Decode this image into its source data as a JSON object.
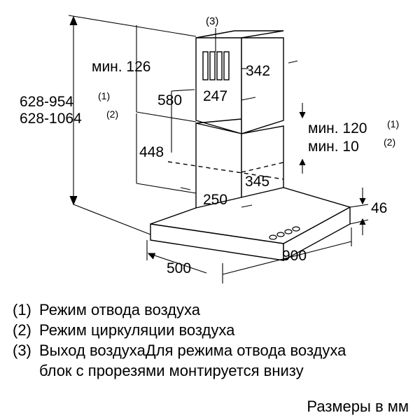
{
  "diagram": {
    "callout_outlet": "(3)",
    "dim_min_126": "мин. 126",
    "dim_342": "342",
    "dim_580": "580",
    "dim_247": "247",
    "dim_height_1": "628-954",
    "dim_height_1_note": "(1)",
    "dim_height_2": "628-1064",
    "dim_height_2_note": "(2)",
    "dim_min_120": "мин. 120",
    "dim_min_120_note": "(1)",
    "dim_min_10": "мин. 10",
    "dim_min_10_note": "(2)",
    "dim_448": "448",
    "dim_345": "345",
    "dim_250": "250",
    "dim_46": "46",
    "dim_500": "500",
    "dim_900": "900"
  },
  "legend": [
    {
      "num": "(1)",
      "text": "Режим отвода воздуха"
    },
    {
      "num": "(2)",
      "text": "Режим циркуляции воздуха"
    },
    {
      "num": "(3)",
      "text": "Выход воздухаДля режима отвода воздуха блок с прорезями монтируется внизу"
    }
  ],
  "units_label": "Размеры в мм"
}
